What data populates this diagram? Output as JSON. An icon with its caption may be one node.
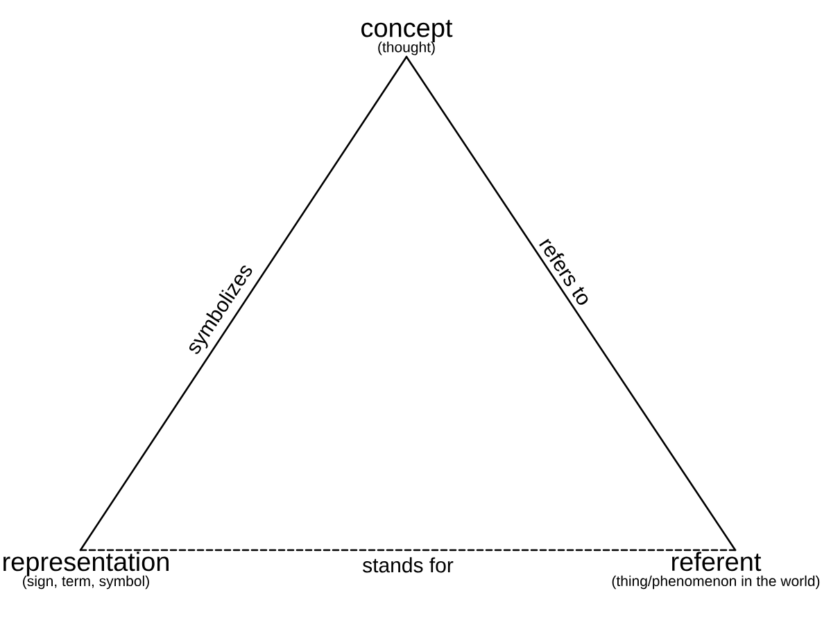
{
  "diagram": {
    "nodes": [
      {
        "text": [
          "concept",
          "(thought)"
        ]
      },
      {
        "text": [
          "representation",
          "(sign, term, symbol)"
        ]
      },
      {
        "text": [
          "referent",
          "(thing/phenomenon in the world)"
        ]
      }
    ],
    "edges": [
      {
        "from": 1,
        "to": 0,
        "arrow": "none",
        "label": "symbolizes"
      },
      {
        "from": 0,
        "to": 2,
        "arrow": "none",
        "label": "refers to"
      },
      {
        "from": 1,
        "to": 2,
        "arrow": "none",
        "label": "stands for",
        "style": "dashed"
      }
    ]
  }
}
